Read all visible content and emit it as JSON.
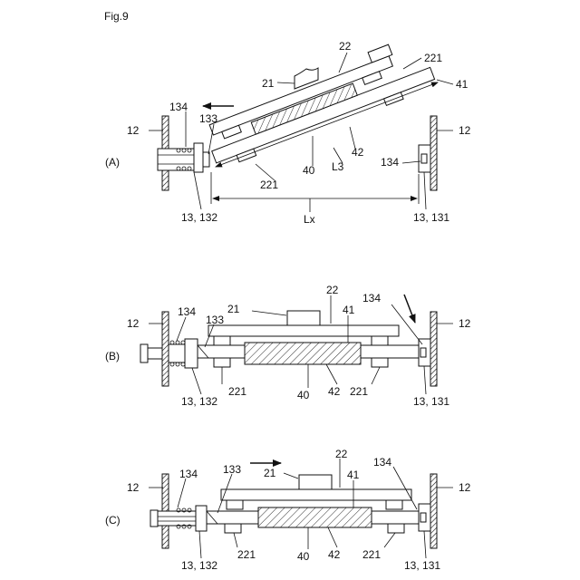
{
  "figure": {
    "title": "Fig.9",
    "panel_a": {
      "label": "(A)",
      "refs": {
        "r22": "22",
        "r221_top": "221",
        "r21": "21",
        "r41": "41",
        "r134_left": "134",
        "r133": "133",
        "r12_left": "12",
        "r12_right": "12",
        "r42": "42",
        "r40": "40",
        "rL3": "L3",
        "r134_right": "134",
        "r221_bottom": "221",
        "r13_132": "13, 132",
        "rLx": "Lx",
        "r13_131": "13, 131"
      }
    },
    "panel_b": {
      "label": "(B)",
      "refs": {
        "r22": "22",
        "r21": "21",
        "r134_right": "134",
        "r41": "41",
        "r12_left": "12",
        "r12_right": "12",
        "r134_left": "134",
        "r133": "133",
        "r221_left": "221",
        "r40": "40",
        "r42": "42",
        "r221_right": "221",
        "r13_132": "13, 132",
        "r13_131": "13, 131"
      }
    },
    "panel_c": {
      "label": "(C)",
      "refs": {
        "r22": "22",
        "r134_left": "134",
        "r133": "133",
        "r21": "21",
        "r41": "41",
        "r134_right": "134",
        "r12_left": "12",
        "r12_right": "12",
        "r221_left": "221",
        "r40": "40",
        "r42": "42",
        "r221_right": "221",
        "r13_132": "13, 132",
        "r13_131": "13, 131"
      }
    }
  }
}
